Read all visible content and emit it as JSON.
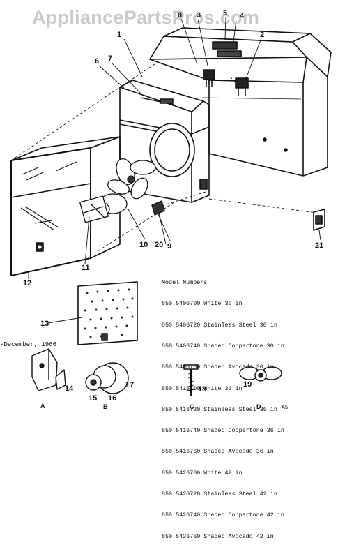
{
  "watermark": "AppliancePartsPros.com",
  "callouts": [
    "1",
    "2",
    "3",
    "4",
    "5",
    "6",
    "7",
    "8",
    "9",
    "10",
    "11",
    "12",
    "13",
    "14",
    "15",
    "16",
    "17",
    "18",
    "19",
    "20",
    "21"
  ],
  "variants": [
    "A",
    "B",
    "C",
    "D"
  ],
  "models": {
    "title": "Model Numbers",
    "items": [
      "850.5406700 White 30 in",
      "850.5406720 Stainless Steel 30 in",
      "850.5406740 Shaded Coppertone 30 in",
      "850.5406760 Shaded Avocado 30 in",
      "850.5416700 White 36 in",
      "850.5416720 Stainless Steel 36 in",
      "850.5416740 Shaded Coppertone 36 in",
      "850.5416760 Shaded Avocado 36 in",
      "850.5426700 White 42 in",
      "850.5426720 Stainless Steel 42 in",
      "850.5426740 Shaded Coppertone 42 in",
      "850.5426760 Shaded Avocado 42 in"
    ]
  },
  "date": "-December, 1966",
  "page_code": "A5"
}
